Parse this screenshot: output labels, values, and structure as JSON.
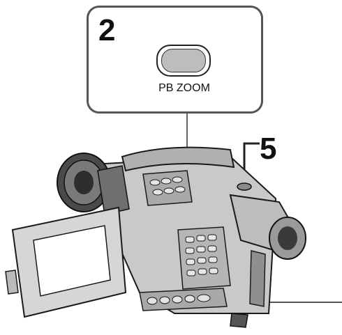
{
  "callout": {
    "step_number": "2",
    "button_label": "PB ZOOM"
  },
  "step_five": {
    "step_number": "5"
  },
  "colors": {
    "body_gray": "#c8c8c8",
    "dark_gray": "#6f6f6f",
    "outline": "#1a1a1a",
    "button_fill": "#bdbdbd"
  }
}
